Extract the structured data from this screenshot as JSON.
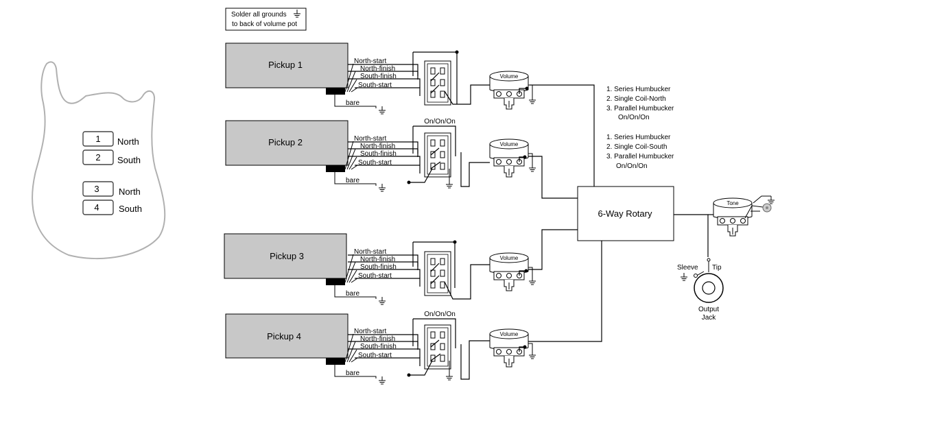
{
  "note": {
    "line1": "Solder all grounds",
    "line2": "to back of volume pot"
  },
  "body_positions": [
    {
      "num": "1",
      "label": "North"
    },
    {
      "num": "2",
      "label": "South"
    },
    {
      "num": "3",
      "label": "North"
    },
    {
      "num": "4",
      "label": "South"
    }
  ],
  "pickups": [
    {
      "name": "Pickup 1"
    },
    {
      "name": "Pickup 2"
    },
    {
      "name": "Pickup 3"
    },
    {
      "name": "Pickup 4"
    }
  ],
  "wire_labels": {
    "north_start": "North-start",
    "north_finish": "North-finish",
    "south_finish": "South-finish",
    "south_start": "South-start",
    "bare": "bare"
  },
  "switch_label": "On/On/On",
  "pot_labels": {
    "volume": "Volume",
    "tone": "Tone"
  },
  "rotary_label": "6-Way Rotary",
  "modes_a": [
    "1. Series Humbucker",
    "2. Single Coil-North",
    "3. Parallel Humbucker",
    "On/On/On"
  ],
  "modes_b": [
    "1. Series Humbucker",
    "2. Single Coil-South",
    "3. Parallel Humbucker",
    "On/On/On"
  ],
  "jack": {
    "sleeve": "Sleeve",
    "tip": "Tip",
    "name_line1": "Output",
    "name_line2": "Jack"
  }
}
